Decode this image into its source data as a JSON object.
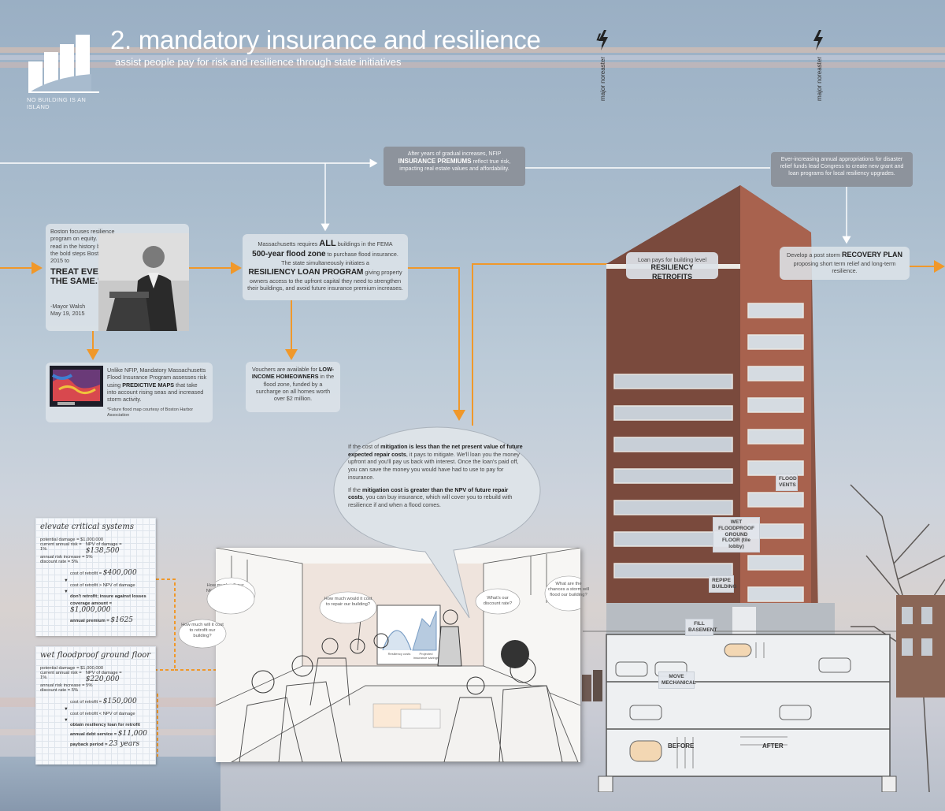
{
  "colors": {
    "accent": "#f0982a",
    "dark_box": "#8d939c",
    "light_box": "#dde3e9",
    "sky": "#a9bccd"
  },
  "header": {
    "title": "2. mandatory insurance and resilience",
    "subtitle": "assist people pay for risk and resilience through state initiatives",
    "logo_caption": "NO BUILDING IS AN ISLAND"
  },
  "timeline": {
    "event1": "major noreaster",
    "event2": "major noreaster",
    "event_icon": "lightning-bolt-icon"
  },
  "boxes": {
    "walsh": {
      "intro": "Boston focuses resilience program on equity. They will read in the history books about the bold steps Boston took in 2015 to",
      "quote": "TREAT EVERYONE THE SAME.\"",
      "author": "-Mayor Walsh",
      "date": "May 19, 2015"
    },
    "maps": {
      "text_pre": "Unlike NFIP, Mandatory Massachusetts Flood Insurance Program assesses risk using",
      "text_bold": "PREDICTIVE MAPS",
      "text_post": "that take into account rising seas and increased storm activity.",
      "credit": "*Future flood map courtesy of Boston Harbor Association"
    },
    "mandate": {
      "l1_pre": "Massachusetts requires",
      "l1_bold": "ALL",
      "l1_post": "buildings in the FEMA",
      "l2_bold": "500-year flood zone",
      "l2_post": "to purchase flood insurance. The state simultaneously initiates a",
      "l3_bold": "RESILIENCY LOAN PROGRAM",
      "l3_post": "giving property owners access to the upfront capital they need to strengthen their buildings, and avoid future insurance premium increases."
    },
    "vouchers": {
      "pre": "Vouchers are available for",
      "bold": "LOW-INCOME HOMEOWNERS",
      "post": "in the flood zone, funded by a surcharge on all homes worth over $2 million."
    },
    "nfip": {
      "pre": "After years of gradual increases, NFIP",
      "bold": "INSURANCE PREMIUMS",
      "post": "reflect true risk, impacting real estate values and affordability."
    },
    "congress": {
      "text": "Ever-increasing annual appropriations for disaster relief funds lead Congress to create new grant and loan programs for local resiliency upgrades."
    },
    "retrofit": {
      "pre": "Loan pays for building level",
      "bold": "RESILIENCY RETROFITS"
    },
    "recovery": {
      "pre": "Develop a post storm",
      "bold": "RECOVERY PLAN",
      "post": "proposing short term relief and long-term resilience."
    }
  },
  "bubble": {
    "p1_pre": "If the cost of",
    "p1_bold": "mitigation is less than the net present value of future expected repair costs",
    "p1_post": ", it pays to mitigate. We'll loan you the money upfront and you'll pay us back with interest. Once the loan's paid off, you can save the money you would have had to use to pay for insurance.",
    "p2_pre": "If the",
    "p2_bold": "mitigation cost is greater than the NPV of future repair costs",
    "p2_post": ", you can buy insurance, which will cover you to rebuild with resilience if and when a flood comes."
  },
  "sheets": {
    "elevate": {
      "title": "elevate critical systems",
      "inputs": [
        "potential damage = $1,000,000",
        "current annual risk = 1%",
        "annual risk increase = 5%",
        "discount rate = 5%"
      ],
      "npv_label": "NPV of damage =",
      "npv_value": "$138,500",
      "cost_label": "cost of retrofit =",
      "cost_value": "$400,000",
      "compare": "cost of retrofit > NPV of damage",
      "decision": "don't retrofit; insure against losses",
      "coverage_label": "coverage amount =",
      "coverage_value": "$1,000,000",
      "premium_label": "annual premium =",
      "premium_value": "$1625"
    },
    "floodproof": {
      "title": "wet floodproof ground floor",
      "inputs": [
        "potential damage = $1,000,000",
        "current annual risk = 1%",
        "annual risk increase = 5%",
        "discount rate = 5%"
      ],
      "npv_label": "NPV of damage =",
      "npv_value": "$220,000",
      "cost_label": "cost of retrofit =",
      "cost_value": "$150,000",
      "compare": "cost of retrofit < NPV of damage",
      "decision": "obtain resiliency loan for retrofit",
      "debt_label": "annual debt service =",
      "debt_value": "$11,000",
      "payback_label": "payback period =",
      "payback_value": "23 years"
    }
  },
  "meeting": {
    "q1": "How much will our NFIP policy cover?",
    "q2": "How much will it cost to retrofit our building?",
    "q3": "How much would it cost to repair our building?",
    "q4": "What's our discount rate?",
    "q5": "What are the chances a storm will flood our building?",
    "chart_label1": "Resiliency costs",
    "chart_label2": "Projected insurance savings"
  },
  "building": {
    "flood_vents": "FLOOD VENTS",
    "wet_floodproof": "WET FLOODPROOF GROUND FLOOR (tile lobby)",
    "repipe": "REPIPE BUILDING",
    "fill_basement": "FILL BASEMENT",
    "move_mechanical": "MOVE MECHANICAL",
    "before": "BEFORE",
    "after": "AFTER"
  }
}
